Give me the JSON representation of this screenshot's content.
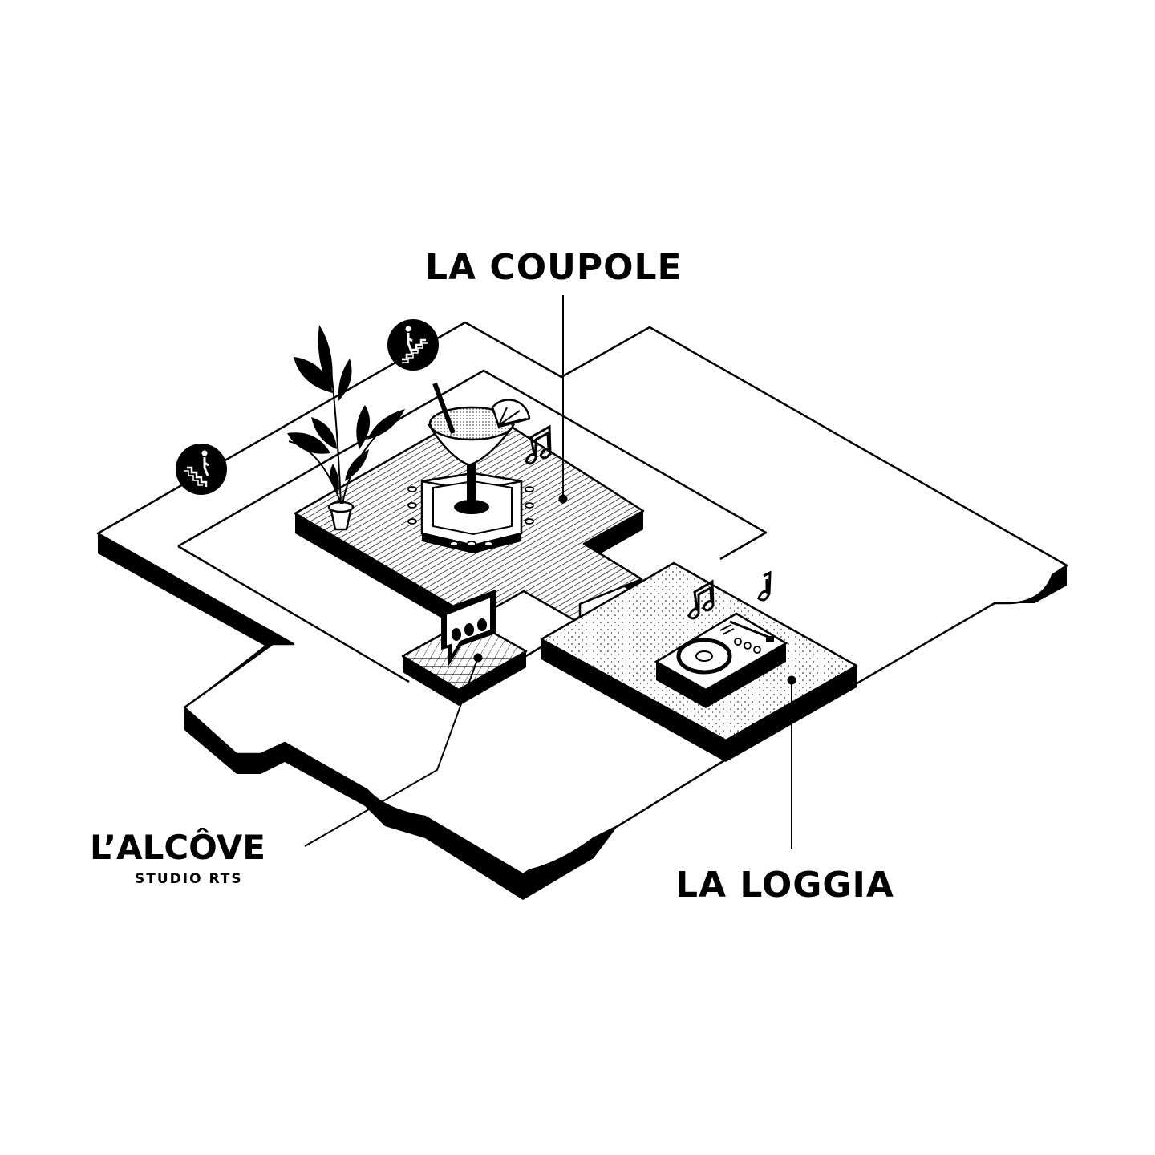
{
  "zones": {
    "coupole": {
      "name": "LA COUPOLE"
    },
    "loggia": {
      "name": "LA LOGGIA"
    },
    "alcove": {
      "name": "L’ALCÔVE",
      "subtitle": "STUDIO RTS"
    }
  },
  "icons": [
    "stairs-icon",
    "stairs-icon",
    "plant-icon",
    "cocktail-glass-icon",
    "music-note-icon",
    "speech-bubble-icon",
    "turntable-icon"
  ],
  "colors": {
    "ink": "#000000",
    "paper": "#ffffff"
  }
}
